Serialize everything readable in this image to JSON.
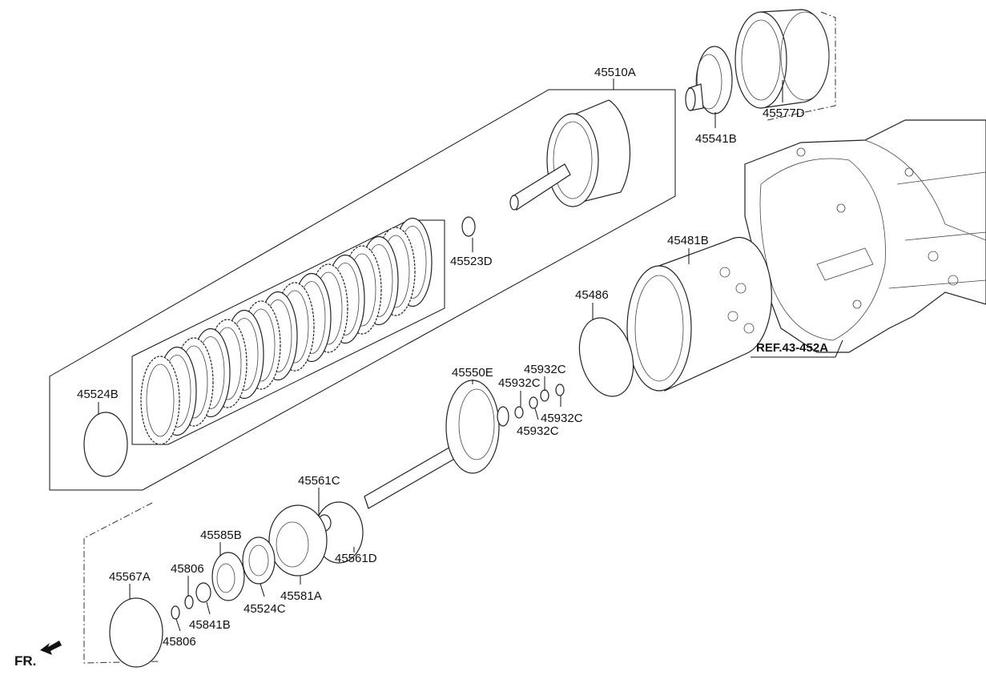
{
  "diagram": {
    "title": "Transmission clutch assembly exploded view",
    "labels": [
      "45510A",
      "45541B",
      "45577D",
      "45523D",
      "45481B",
      "45486",
      "REF.43-452A",
      "45524B",
      "45550E",
      "45932C",
      "45932C",
      "45932C",
      "45932C",
      "45561C",
      "45561D",
      "45585B",
      "45806",
      "45806",
      "45567A",
      "45841B",
      "45524C",
      "45581A"
    ],
    "front_marker": "FR.",
    "line_color": "#111111"
  }
}
